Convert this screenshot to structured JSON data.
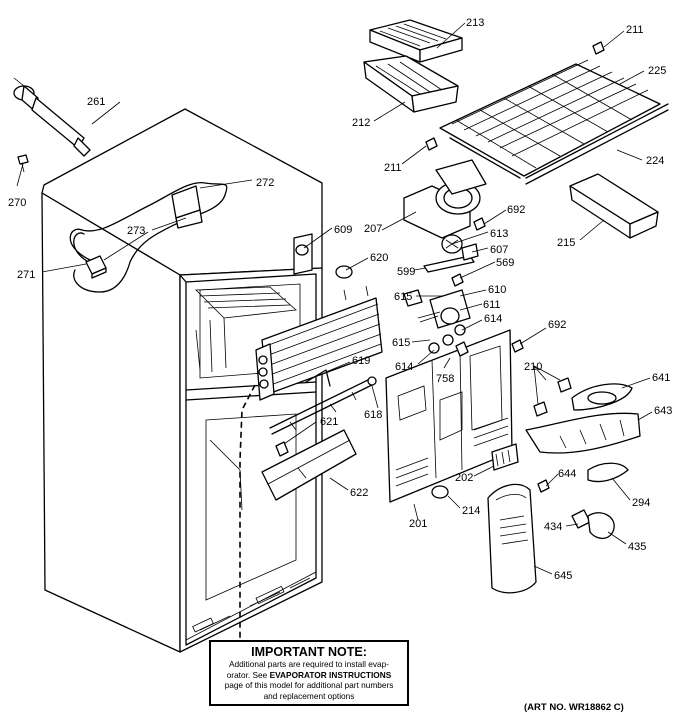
{
  "callouts": [
    {
      "id": "213",
      "label": "213"
    },
    {
      "id": "211a",
      "label": "211"
    },
    {
      "id": "261",
      "label": "261"
    },
    {
      "id": "212",
      "label": "212"
    },
    {
      "id": "225",
      "label": "225"
    },
    {
      "id": "211b",
      "label": "211"
    },
    {
      "id": "224",
      "label": "224"
    },
    {
      "id": "270",
      "label": "270"
    },
    {
      "id": "272",
      "label": "272"
    },
    {
      "id": "207",
      "label": "207"
    },
    {
      "id": "692a",
      "label": "692"
    },
    {
      "id": "215",
      "label": "215"
    },
    {
      "id": "273",
      "label": "273"
    },
    {
      "id": "609",
      "label": "609"
    },
    {
      "id": "613",
      "label": "613"
    },
    {
      "id": "607",
      "label": "607"
    },
    {
      "id": "599",
      "label": "599"
    },
    {
      "id": "569",
      "label": "569"
    },
    {
      "id": "271",
      "label": "271"
    },
    {
      "id": "620",
      "label": "620"
    },
    {
      "id": "610",
      "label": "610"
    },
    {
      "id": "615a",
      "label": "615"
    },
    {
      "id": "611",
      "label": "611"
    },
    {
      "id": "692b",
      "label": "692"
    },
    {
      "id": "615b",
      "label": "615"
    },
    {
      "id": "614a",
      "label": "614"
    },
    {
      "id": "614b",
      "label": "614"
    },
    {
      "id": "758",
      "label": "758"
    },
    {
      "id": "619",
      "label": "619"
    },
    {
      "id": "210",
      "label": "210"
    },
    {
      "id": "641",
      "label": "641"
    },
    {
      "id": "618",
      "label": "618"
    },
    {
      "id": "621",
      "label": "621"
    },
    {
      "id": "643",
      "label": "643"
    },
    {
      "id": "202",
      "label": "202"
    },
    {
      "id": "644",
      "label": "644"
    },
    {
      "id": "622",
      "label": "622"
    },
    {
      "id": "294",
      "label": "294"
    },
    {
      "id": "214",
      "label": "214"
    },
    {
      "id": "201",
      "label": "201"
    },
    {
      "id": "434",
      "label": "434"
    },
    {
      "id": "435",
      "label": "435"
    },
    {
      "id": "645",
      "label": "645"
    }
  ],
  "note": {
    "title": "IMPORTANT NOTE:",
    "line1": "Additional parts are required to install evap-",
    "line2_pre": "orator.  See ",
    "line2_bold": "EVAPORATOR INSTRUCTIONS",
    "line3": "page of this model for additional part numbers",
    "line4": "and replacement options"
  },
  "art_number": "(ART NO. WR18862 C)"
}
